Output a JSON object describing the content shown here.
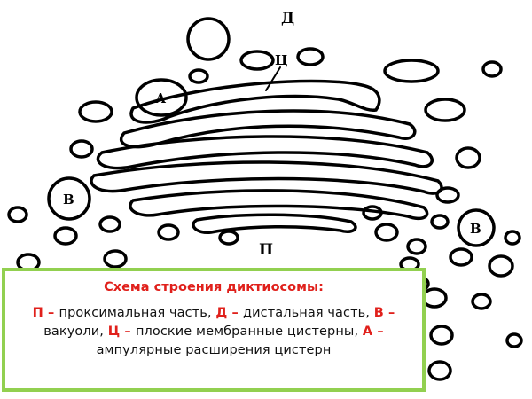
{
  "labels": {
    "d": "Д",
    "c": "Ц",
    "a": "А",
    "v_left": "В",
    "v_right": "В",
    "p": "П"
  },
  "caption": {
    "title": "Схема строения диктиосомы:",
    "items": [
      {
        "key": "П",
        "sep": " – ",
        "text": "проксимальная часть, "
      },
      {
        "key": "Д",
        "sep": " – ",
        "text": "дистальная часть, "
      },
      {
        "key": "В",
        "sep": " – ",
        "text": "вакуоли, "
      },
      {
        "key": "Ц",
        "sep": " – ",
        "text": "плоские мембранные цистерны, "
      },
      {
        "key": "А",
        "sep": " – ",
        "text": "ампулярные расширения цистерн"
      }
    ]
  },
  "colors": {
    "key_text": "#e0201b",
    "box_border": "#92d050",
    "ink": "#000000"
  }
}
